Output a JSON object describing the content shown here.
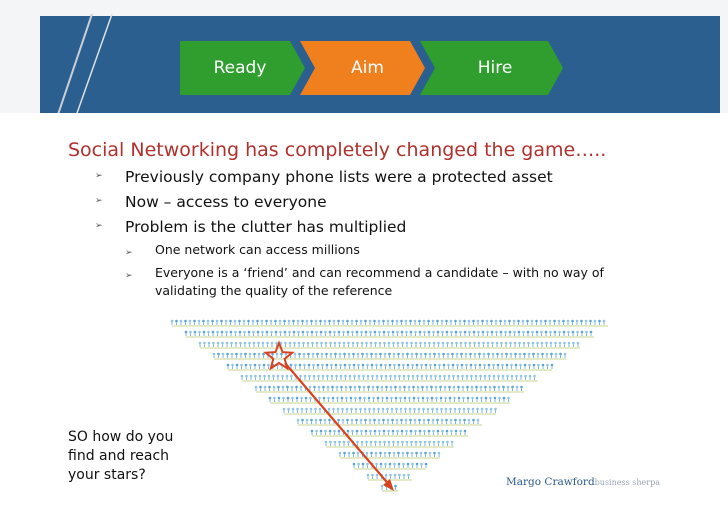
{
  "steps": [
    {
      "label": "Ready",
      "color": "#2f9e2f"
    },
    {
      "label": "Aim",
      "color": "#f07f1e"
    },
    {
      "label": "Hire",
      "color": "#2f9e2f"
    }
  ],
  "colors": {
    "header": "#2a5f8f",
    "title": "#b0302d",
    "arrow": "#d8431f"
  },
  "title": "Social Networking has completely changed the game…..",
  "bullets": [
    "Previously company phone lists were a protected asset",
    "Now – access to everyone",
    "Problem is the clutter has multiplied"
  ],
  "sub_bullets": [
    "One network can access millions",
    "Everyone is a ‘friend’ and can recommend a candidate – with no way of validating the quality of the reference"
  ],
  "question": "SO how do you find and reach your stars?",
  "credit": {
    "name": "Margo Crawford",
    "tagline": "business sherpa"
  }
}
